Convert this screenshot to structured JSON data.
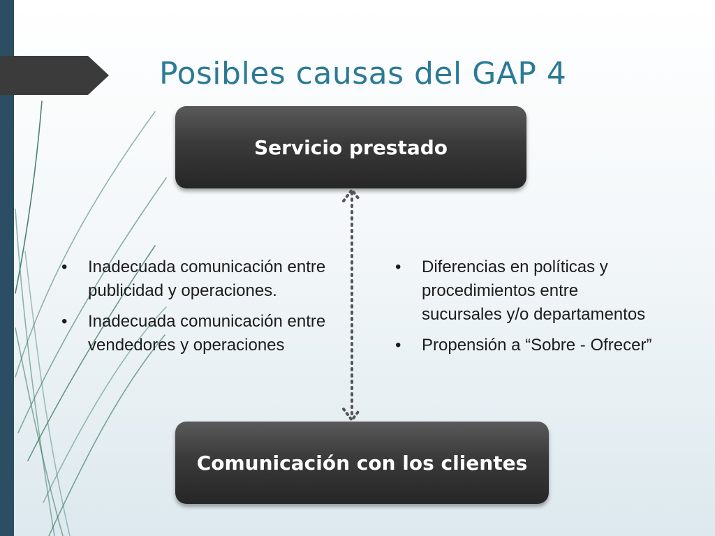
{
  "slide": {
    "title": "Posibles causas del GAP 4",
    "colors": {
      "title": "#2b7a96",
      "sidebar": "#2b4e63",
      "title_arrow": "#3b3b3b",
      "node_fill": "#333333",
      "node_text": "#ffffff",
      "connector": "#555555",
      "deco_lines": "#2f6f57"
    }
  },
  "diagram": {
    "top_node": {
      "label": "Servicio prestado"
    },
    "bottom_node": {
      "label": "Comunicación con los clientes"
    },
    "connector": {
      "type": "dotted-bidirectional-arrow"
    }
  },
  "left_causes": {
    "bullet": "•",
    "items": [
      "Inadecuada comunicación entre publicidad y operaciones.",
      "Inadecuada comunicación entre vendedores y operaciones"
    ]
  },
  "right_causes": {
    "bullet": "•",
    "items": [
      "Diferencias en políticas y procedimientos entre sucursales y/o departamentos",
      "Propensión a “Sobre - Ofrecer”"
    ]
  }
}
